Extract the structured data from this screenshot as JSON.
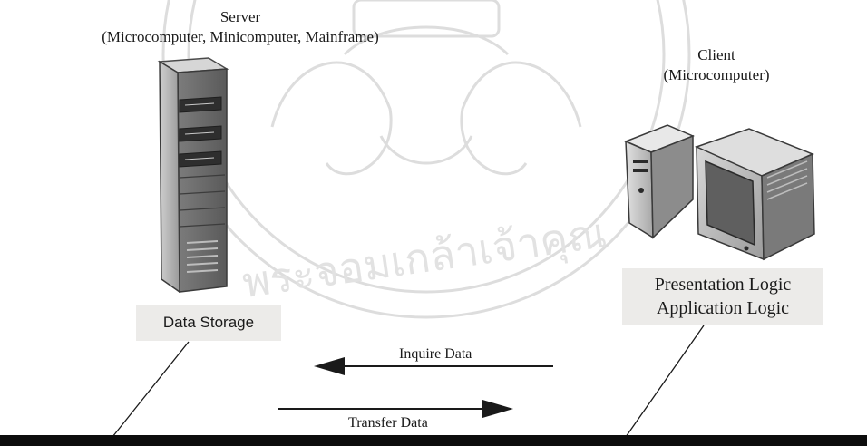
{
  "server": {
    "title": "Server",
    "subtitle": "(Microcomputer, Minicomputer, Mainframe)",
    "label": "Data Storage",
    "icon": "server-tower-icon"
  },
  "client": {
    "title": "Client",
    "subtitle": "(Microcomputer)",
    "label_line1": "Presentation Logic",
    "label_line2": "Application Logic",
    "icon": "desktop-computer-icon"
  },
  "flows": {
    "inquire": "Inquire Data",
    "transfer": "Transfer Data"
  },
  "colors": {
    "label_bg": "#ecebe9",
    "line": "#1a1a1a",
    "watermark": "#d9d9d9"
  }
}
